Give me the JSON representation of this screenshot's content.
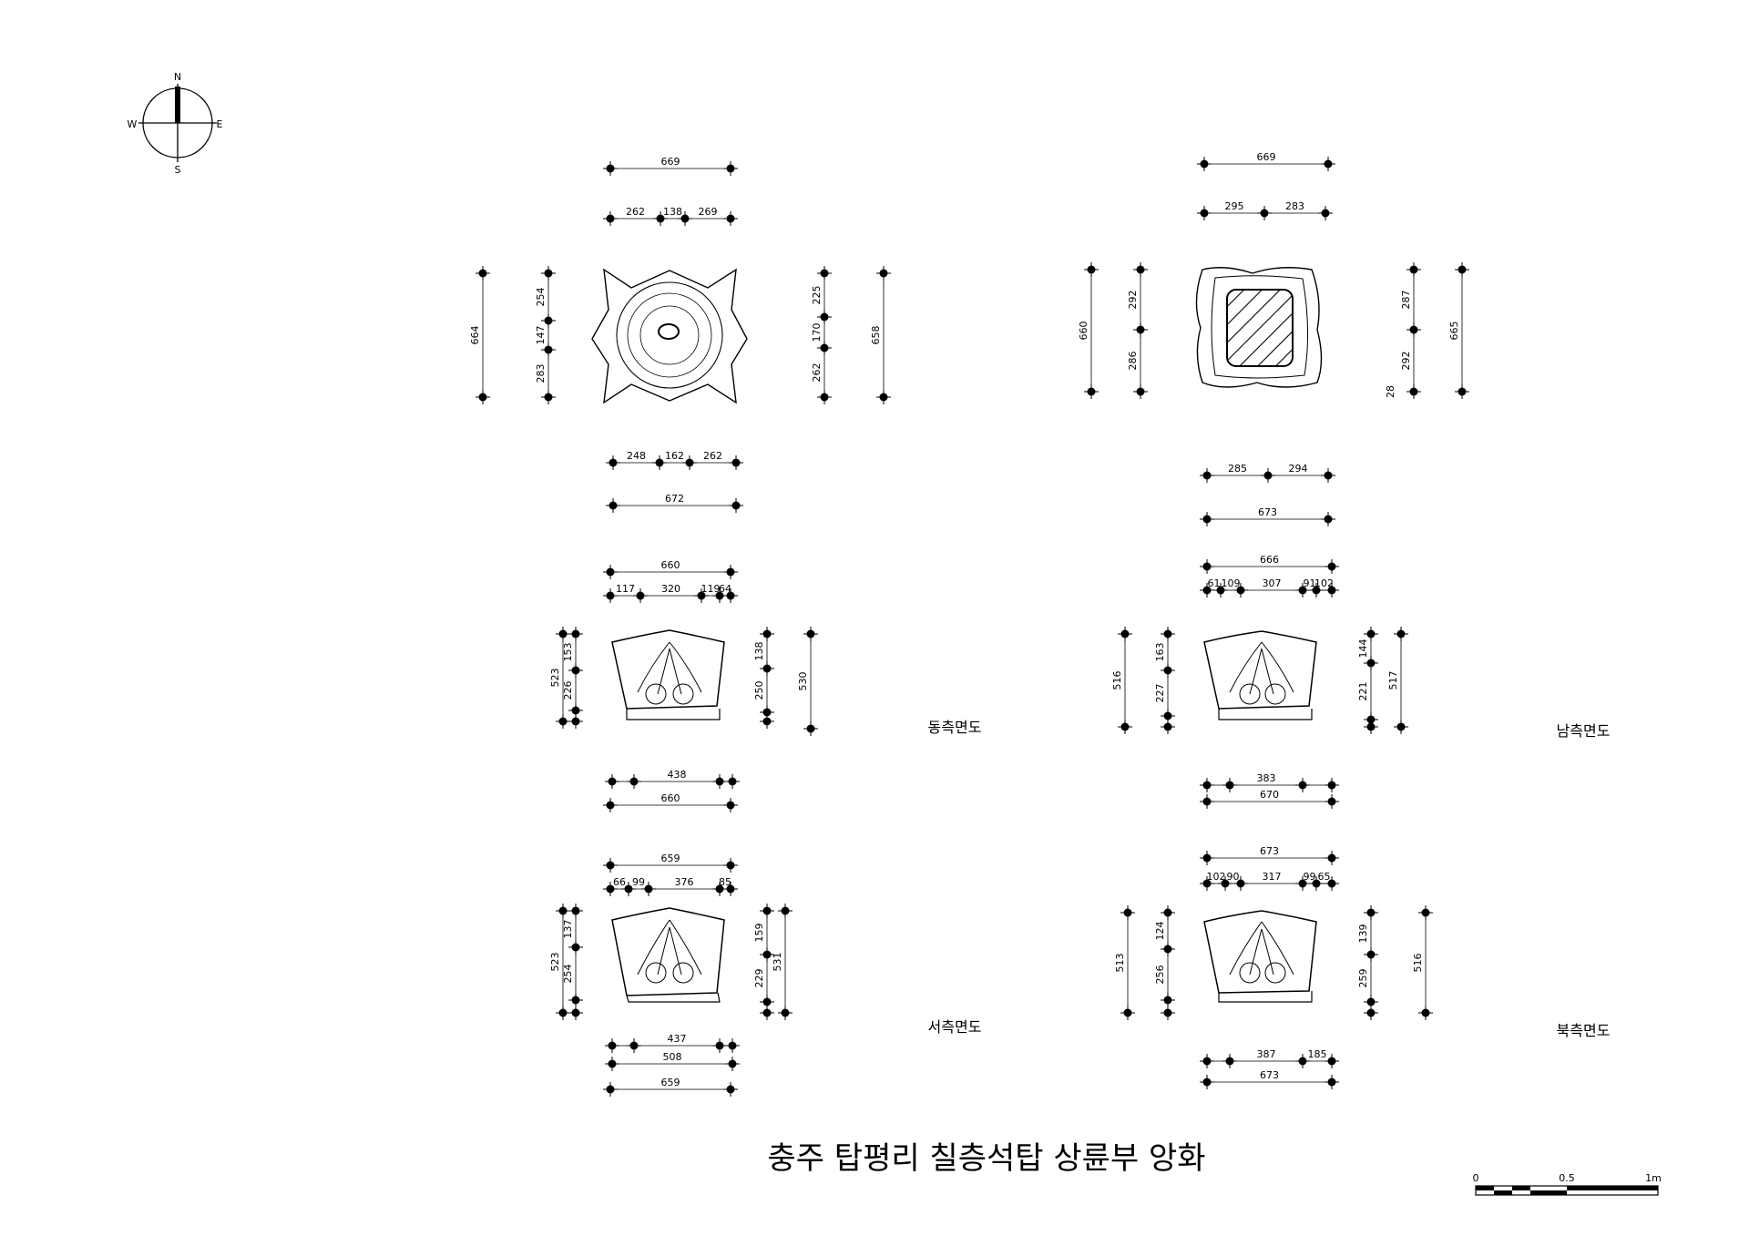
{
  "compass": {
    "n": "N",
    "s": "S",
    "e": "E",
    "w": "W"
  },
  "title": "충주 탑평리 칠층석탑 상륜부 앙화",
  "views": {
    "east": "동측면도",
    "south": "남측면도",
    "west": "서측면도",
    "north": "북측면도"
  },
  "scale_bar": {
    "start": "0",
    "mid": "0.5",
    "end": "1m"
  },
  "plan_top": {
    "top_total": "669",
    "top_a": "262",
    "top_b": "138",
    "top_c": "269",
    "left_total": "664",
    "left_a": "254",
    "left_b": "147",
    "left_c": "283",
    "right_total": "658",
    "right_a": "225",
    "right_b": "170",
    "right_c": "262",
    "bottom_a": "248",
    "bottom_b": "162",
    "bottom_c": "262",
    "bottom_total": "672"
  },
  "plan_bottom": {
    "top_total": "669",
    "top_a": "295",
    "top_b": "283",
    "left_total": "660",
    "left_a": "292",
    "left_b": "286",
    "right_total": "665",
    "right_a": "287",
    "right_b": "292",
    "right_c": "28",
    "bottom_a": "285",
    "bottom_b": "294",
    "bottom_total": "673"
  },
  "east_view": {
    "top_total": "660",
    "top_a": "117",
    "top_b": "320",
    "top_c": "119",
    "top_d": "64",
    "left_total": "523",
    "left_a": "153",
    "left_b": "226",
    "right_total": "530",
    "right_a": "138",
    "right_b": "250",
    "bottom_a": "438",
    "bottom_total": "660"
  },
  "south_view": {
    "top_total": "666",
    "top_a": "61",
    "top_b": "109",
    "top_c": "307",
    "top_d": "91",
    "top_e": "102",
    "left_total": "516",
    "left_a": "163",
    "left_b": "227",
    "right_total": "517",
    "right_a": "144",
    "right_b": "221",
    "bottom_a": "383",
    "bottom_total": "670"
  },
  "west_view": {
    "top_total": "659",
    "top_a": "66",
    "top_b": "99",
    "top_c": "376",
    "top_d": "85",
    "left_total": "523",
    "left_a": "137",
    "left_b": "254",
    "right_total": "531",
    "right_a": "159",
    "right_b": "229",
    "bottom_a": "437",
    "bottom_b": "508",
    "bottom_total": "659"
  },
  "north_view": {
    "top_total": "673",
    "top_a": "102",
    "top_b": "90",
    "top_c": "317",
    "top_d": "99",
    "top_e": "65",
    "left_total": "513",
    "left_a": "124",
    "left_b": "256",
    "right_total": "516",
    "right_a": "139",
    "right_b": "259",
    "bottom_a": "387",
    "bottom_b": "185",
    "bottom_total": "673"
  }
}
